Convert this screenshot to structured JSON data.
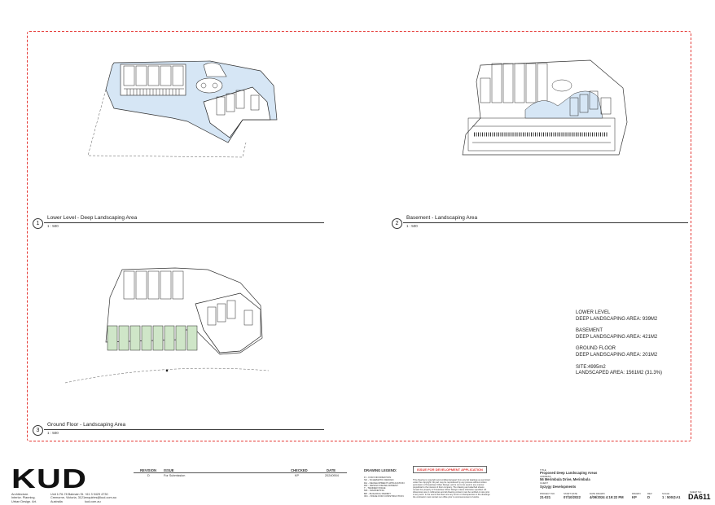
{
  "views": [
    {
      "number": "1",
      "title": "Lower Level - Deep Landscaping Area",
      "scale": "1 : 500"
    },
    {
      "number": "2",
      "title": "Basement - Landscaping Area",
      "scale": "1 : 500"
    },
    {
      "number": "3",
      "title": "Ground Floor - Landscaping Area",
      "scale": "1 : 500"
    }
  ],
  "notes": [
    {
      "l1": "LOWER LEVEL",
      "l2": "DEEP LANDSCAPING AREA: 939M2"
    },
    {
      "l1": "BASEMENT",
      "l2": "DEEP LANDSCAPING AREA: 421M2"
    },
    {
      "l1": "GROUND FLOOR",
      "l2": "DEEP LANDSCAPING AREA: 201M2"
    },
    {
      "l1": "SITE:4995m2",
      "l2": "LANDSCAPED AREA: 1561M2 (31.3%)"
    }
  ],
  "company": {
    "logo": "KUD",
    "services": [
      "Architecture.",
      "Interior. Planning.",
      "Urban Design. Art."
    ],
    "address": [
      "Unit 1/76-78 Balmain St.",
      "Cremorne, Victoria, 3121",
      "Australia"
    ],
    "contact": [
      "+61 3 9429 4730",
      "enquiries@kud.com.au",
      "kud.com.au"
    ]
  },
  "revisions": {
    "headers": [
      "REVISION",
      "ISSUE",
      "CHECKED",
      "DATE"
    ],
    "rows": [
      [
        "D",
        "For Submission",
        "KP",
        "20240904"
      ]
    ]
  },
  "legend": {
    "title": "DRAWING LEGEND:",
    "items": [
      "FI - FOR INFORMATION",
      "SK - SCHEMATIC DESIGN",
      "DA - DEVELOPMENT APPLICATION",
      "DD - DESIGN DEVELOPMENT",
      "T - TENDER ISSUE",
      "MK - MARKETING",
      "BP - BUILDING PERMIT",
      "IFC - ISSUE FOR CONSTRUCTION"
    ]
  },
  "issue_stamp": "ISSUE FOR DEVELOPMENT APPLICATION",
  "copyright": "This drawing is copyright and confidential apart from any fair dealings as permitted under the copyright. No part may be reproduced by any process without written permission of Kneeshaw Urban Design, and is not to be used in any manner prejudicial to the interest of their company. The drawing and attached sheets remain the property of Kneeshaw Urban Design unless otherwise specified. All dimensions are in millimetres and all drawing content must be verified on site prior to any work. In the event that there are any errors or discrepancies in the drawings the contractor must contact our office prior to commencement of works.",
  "project": {
    "title_label": "TITLE",
    "title": "Proposed Deep Landscaping Areas",
    "address_label": "ADDRESS",
    "address": "56 Merimbula Drive, Merimbula",
    "client_label": "CLIENT",
    "client": "Syzygy Developments",
    "fields": [
      {
        "label": "PROJECT NO.",
        "value": "21-021"
      },
      {
        "label": "START DATE",
        "value": "07/10/2022"
      },
      {
        "label": "DATE DRAWN",
        "value": "4/09/2024 4:19:22 PM"
      },
      {
        "label": "DRAWN",
        "value": "KP"
      },
      {
        "label": "REV",
        "value": "D"
      },
      {
        "label": "SCALE",
        "value": "1 : 500@A1"
      }
    ],
    "sheet_label": "SHEET NO.",
    "sheet": "DA611"
  },
  "colors": {
    "frame": "#e53935",
    "landscape": "#d6e6f5"
  }
}
